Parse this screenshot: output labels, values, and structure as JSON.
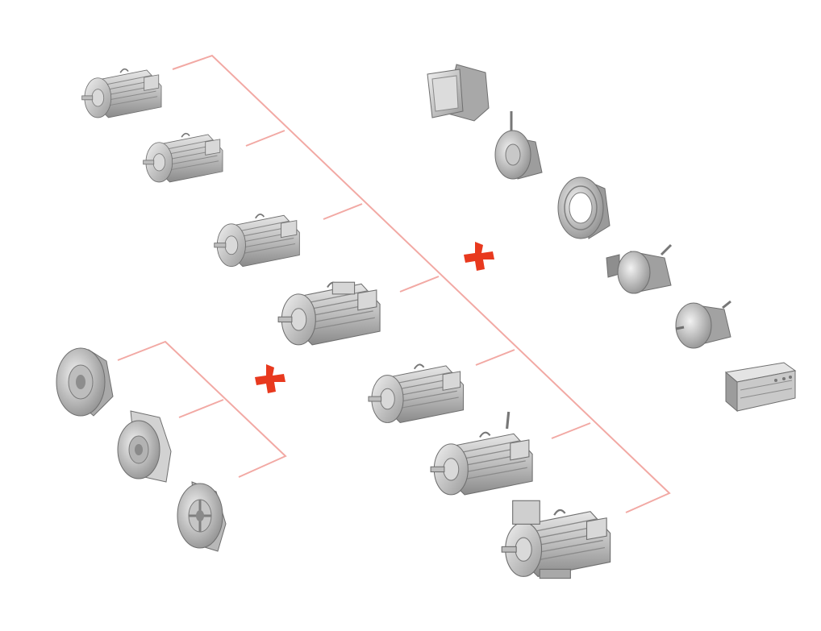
{
  "colors": {
    "connector_line": "#f2a9a4",
    "plus_sign": "#e8391e",
    "product_body": "#c4c4c4",
    "product_shade": "#8e8e8e",
    "product_light": "#e8e8e8",
    "background": "#ffffff"
  },
  "groups": {
    "motors": {
      "items": [
        "motor-1",
        "motor-2",
        "motor-3",
        "motor-4",
        "motor-5",
        "motor-6",
        "motor-7"
      ]
    },
    "flanges": {
      "items": [
        "flange-1",
        "flange-2",
        "flange-3"
      ]
    },
    "accessories": {
      "items": [
        "fan-cowl",
        "brake",
        "bearing-ring",
        "encoder",
        "tacho-generator",
        "terminal-box"
      ]
    }
  },
  "operators": [
    "plus-sign",
    "plus-sign"
  ]
}
